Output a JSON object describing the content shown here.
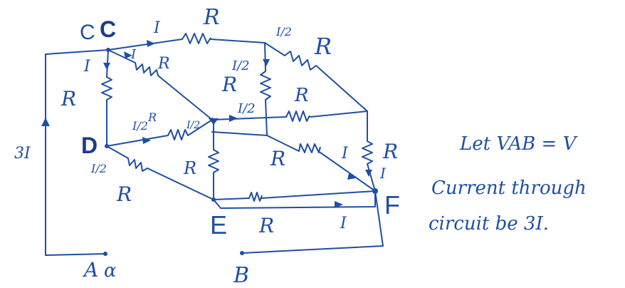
{
  "nodes": {
    "C": "C",
    "C_bold": "C",
    "D": "D",
    "E": "E",
    "F": "F",
    "A": "A",
    "A_mark": "α",
    "B": "B"
  },
  "labels": {
    "R": "R",
    "I": "I",
    "I_half": "I/2",
    "three_I": "3I"
  },
  "notes": {
    "line1": "Let VAB = V",
    "line2": "Current through",
    "line3": "circuit be 3I."
  },
  "colors": {
    "ink": "#1f4fa0"
  }
}
